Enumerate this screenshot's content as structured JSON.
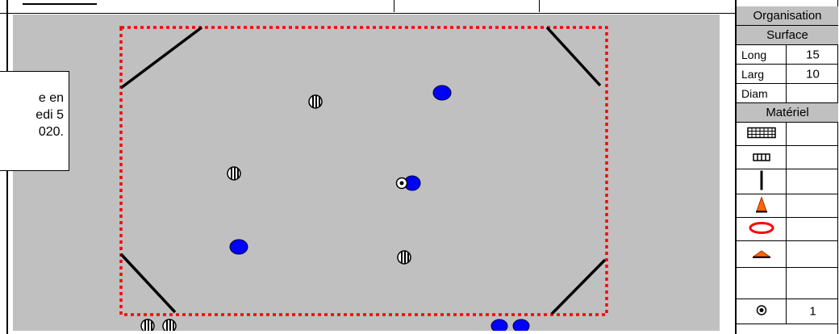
{
  "note": {
    "lines": [
      "e en",
      "edi 5",
      "020."
    ]
  },
  "panel": {
    "organisation_label": "Organisation",
    "surface_label": "Surface",
    "surface_rows": [
      {
        "label": "Long",
        "value": "15"
      },
      {
        "label": "Larg",
        "value": "10"
      },
      {
        "label": "Diam",
        "value": ""
      }
    ],
    "materiel_label": "Matériel",
    "materiel_rows": [
      {
        "icon": "grid-goal-icon",
        "value": ""
      },
      {
        "icon": "small-goal-icon",
        "value": ""
      },
      {
        "icon": "pole-icon",
        "value": ""
      },
      {
        "icon": "cone-icon",
        "value": ""
      },
      {
        "icon": "ring-icon",
        "value": ""
      },
      {
        "icon": "flat-cone-icon",
        "value": ""
      },
      {
        "icon": "empty-icon",
        "value": ""
      },
      {
        "icon": "ball-icon",
        "value": "1"
      }
    ]
  },
  "colors": {
    "field": "#c0c0c0",
    "boundary": "#ff0000",
    "team_blue": "#0000ff",
    "corner_line": "#000000",
    "cone": "#ff6600",
    "ring": "#ff0000"
  }
}
